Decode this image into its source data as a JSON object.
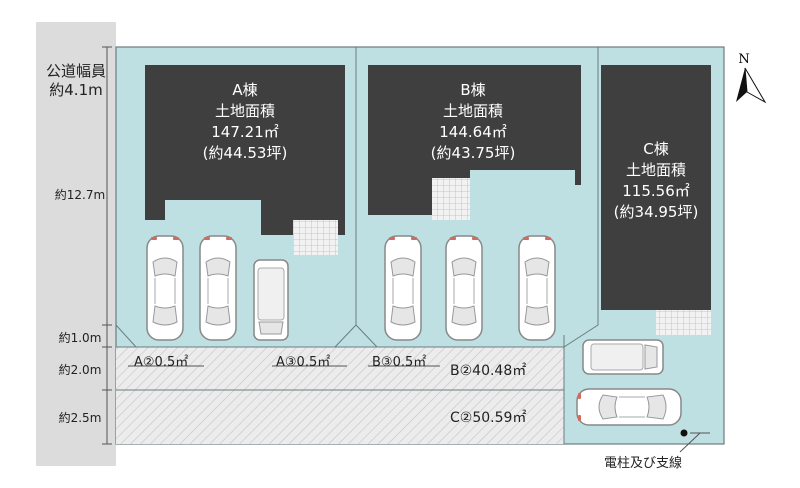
{
  "compass": {
    "label": "N"
  },
  "road": {
    "line1": "公道幅員",
    "line2": "約4.1m"
  },
  "dimensions": {
    "d1": "約12.7m",
    "d2": "約1.0m",
    "d3": "約2.0m",
    "d4": "約2.5m"
  },
  "buildings": [
    {
      "name": "A棟",
      "area_label": "土地面積",
      "area": "147.21㎡",
      "tsubo": "(約44.53坪)"
    },
    {
      "name": "B棟",
      "area_label": "土地面積",
      "area": "144.64㎡",
      "tsubo": "(約43.75坪)"
    },
    {
      "name": "C棟",
      "area_label": "土地面積",
      "area": "115.56㎡",
      "tsubo": "(約34.95坪)"
    }
  ],
  "shares": {
    "a2": "A②0.5㎡",
    "a3": "A③0.5㎡",
    "b3": "B③0.5㎡",
    "b2": "B②40.48㎡",
    "c2": "C②50.59㎡"
  },
  "pole": {
    "label": "電柱及び支線"
  },
  "colors": {
    "lot": "#bfe0e2",
    "building": "#3f3f3f",
    "road": "#dcdcdc",
    "border": "#6a7c80"
  }
}
